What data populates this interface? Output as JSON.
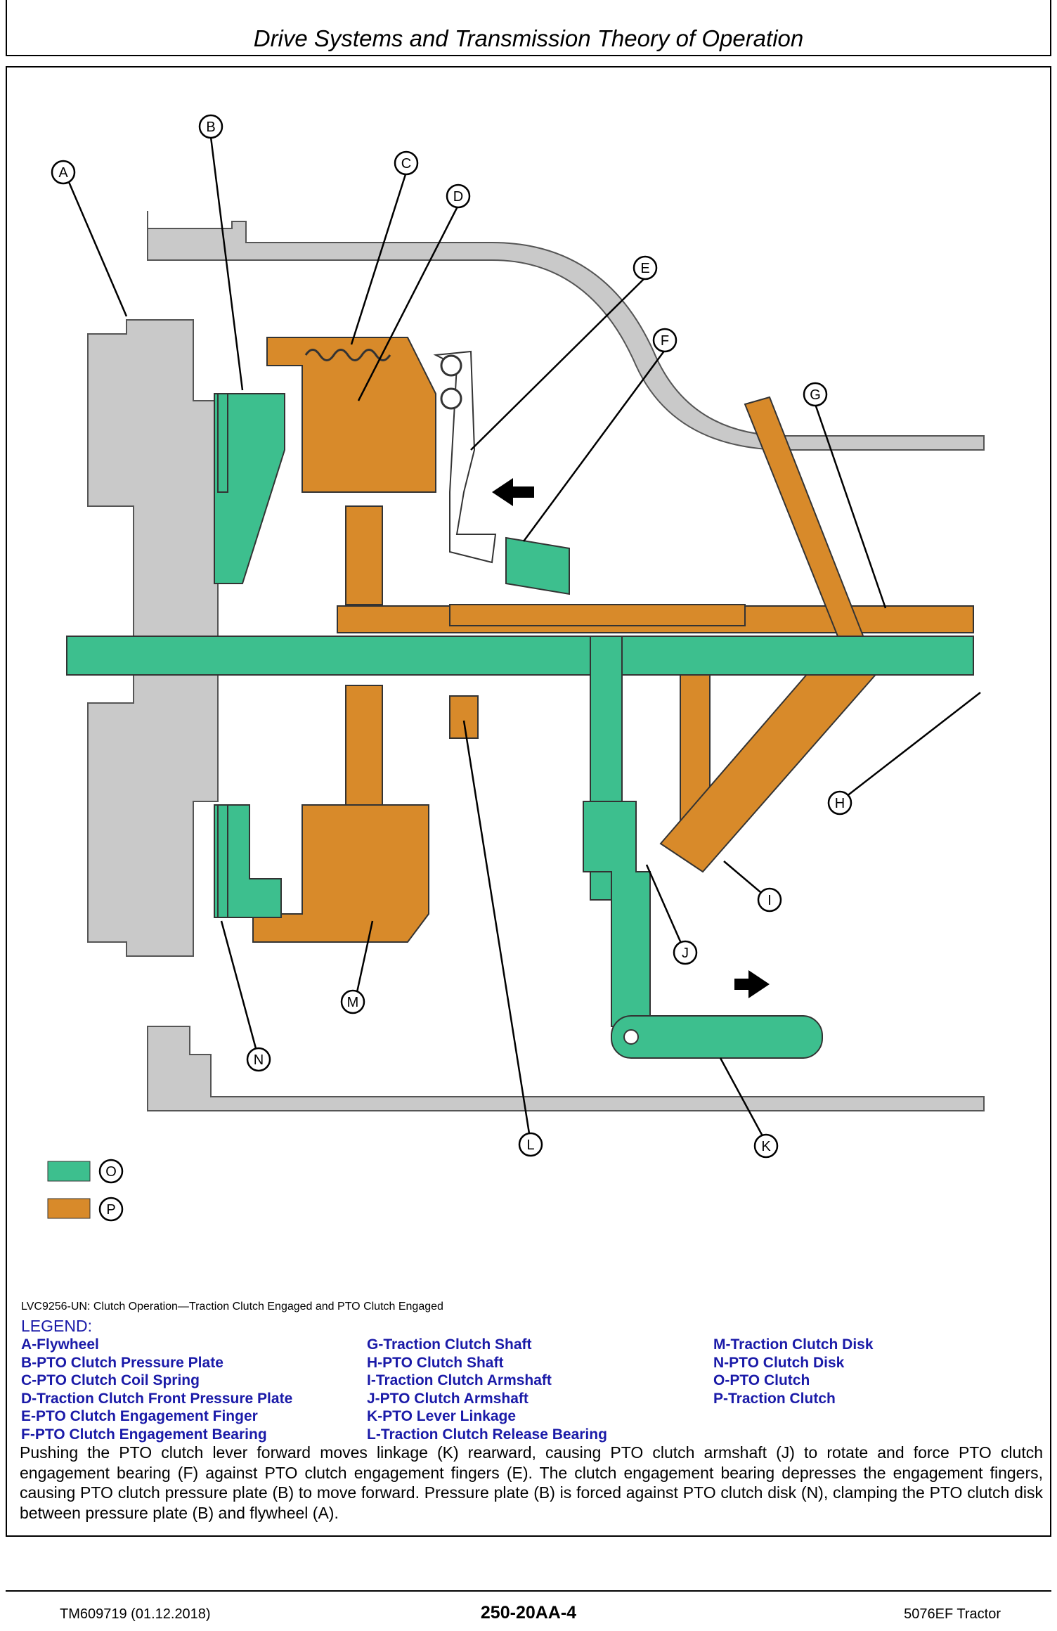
{
  "header": {
    "title": "Drive Systems and Transmission Theory of Operation"
  },
  "callouts": [
    "A",
    "B",
    "C",
    "D",
    "E",
    "F",
    "G",
    "H",
    "I",
    "J",
    "K",
    "L",
    "M",
    "N"
  ],
  "color_key": [
    {
      "letter": "O",
      "color": "#3dbf8e"
    },
    {
      "letter": "P",
      "color": "#d88a2a"
    }
  ],
  "colors": {
    "pto": "#3dbf8e",
    "traction": "#d88a2a",
    "housing": "#c9c9c9",
    "legend_text": "#1a1aa8"
  },
  "caption": "LVC9256-UN: Clutch Operation—Traction Clutch Engaged and PTO Clutch Engaged",
  "legend": {
    "title": "LEGEND:",
    "col1": [
      "A-Flywheel",
      "B-PTO Clutch Pressure Plate",
      "C-PTO Clutch Coil Spring",
      "D-Traction Clutch Front Pressure Plate",
      "E-PTO Clutch Engagement Finger",
      "F-PTO Clutch Engagement Bearing"
    ],
    "col2": [
      "G-Traction Clutch Shaft",
      "H-PTO Clutch Shaft",
      "I-Traction Clutch Armshaft",
      "J-PTO Clutch Armshaft",
      "K-PTO Lever Linkage",
      "L-Traction Clutch Release Bearing"
    ],
    "col3": [
      "M-Traction Clutch Disk",
      "N-PTO Clutch Disk",
      "O-PTO Clutch",
      "P-Traction Clutch"
    ]
  },
  "description": "Pushing the PTO clutch lever forward moves linkage (K) rearward, causing PTO clutch armshaft (J) to rotate and force PTO clutch engagement bearing (F) against PTO clutch engagement fingers (E). The clutch engagement bearing depresses the engagement fingers, causing PTO clutch pressure plate (B) to move forward. Pressure plate (B) is forced against PTO clutch disk (N), clamping the PTO clutch disk between pressure plate (B) and flywheel (A).",
  "footer": {
    "left": "TM609719 (01.12.2018)",
    "center": "250-20AA-4",
    "right": "5076EF Tractor"
  }
}
